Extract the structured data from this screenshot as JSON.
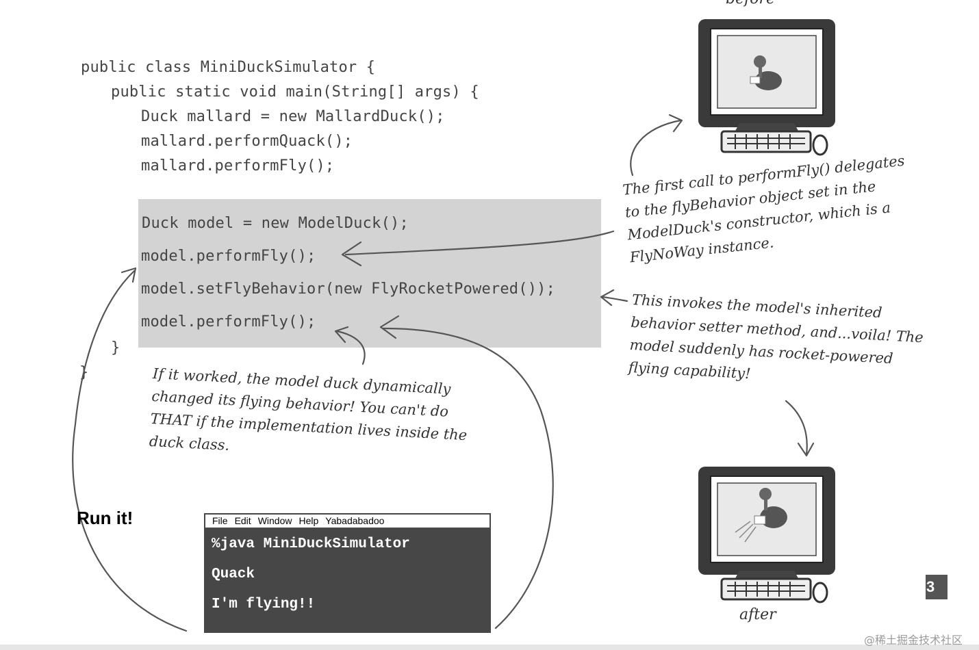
{
  "code": {
    "line1": "public class MiniDuckSimulator {",
    "line2": "public static void main(String[] args) {",
    "line3": "Duck mallard = new MallardDuck();",
    "line4": "mallard.performQuack();",
    "line5": "mallard.performFly();",
    "line6": "Duck model = new ModelDuck();",
    "line7": "model.performFly();",
    "line8": "model.setFlyBehavior(new FlyRocketPowered());",
    "line9": "model.performFly();",
    "close1": "}",
    "close2": "}"
  },
  "notes": {
    "first_call": [
      "The first call to performFly() delegates",
      "to the flyBehavior object set in the",
      "ModelDuck's constructor, which is a",
      "FlyNoWay instance."
    ],
    "setter": [
      "This invokes the model's inherited",
      "behavior setter method, and...voila! The",
      "model suddenly has rocket-powered",
      "flying capability!"
    ],
    "worked": [
      "If it worked, the model duck dynamically",
      "changed its flying behavior! You can't do",
      "THAT if the implementation lives inside the",
      "duck class."
    ]
  },
  "run_it": "Run it!",
  "terminal": {
    "menu": [
      "File",
      "Edit",
      "Window",
      "Help",
      "Yabadabadoo"
    ],
    "lines": [
      "%java MiniDuckSimulator",
      "Quack",
      "I'm flying!!"
    ]
  },
  "captions": {
    "before": "before",
    "after": "after"
  },
  "page_number": "3",
  "watermark": "@稀土掘金技术社区"
}
